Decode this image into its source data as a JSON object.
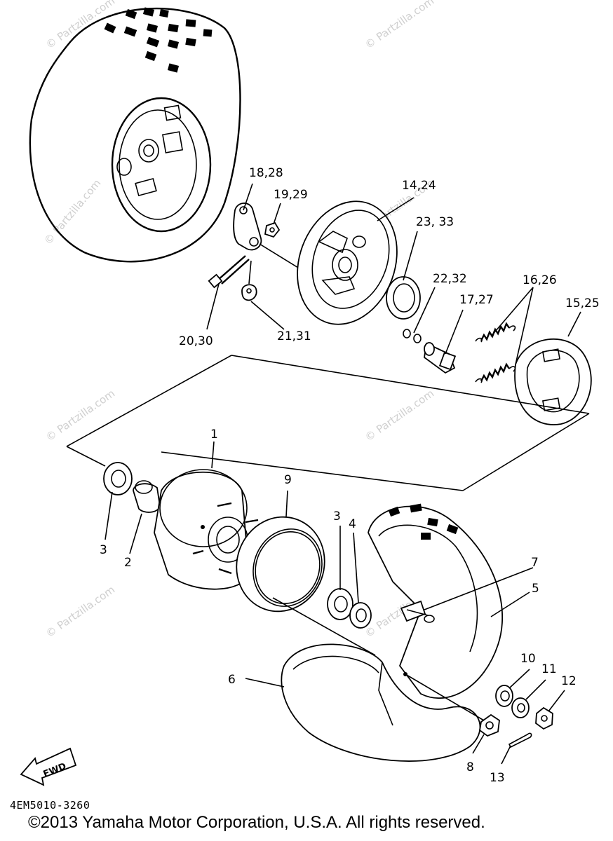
{
  "watermark": "© Partzilla.com",
  "callouts": [
    {
      "id": "c1",
      "text": "1"
    },
    {
      "id": "c2",
      "text": "2"
    },
    {
      "id": "c3a",
      "text": "3"
    },
    {
      "id": "c3b",
      "text": "3"
    },
    {
      "id": "c4",
      "text": "4"
    },
    {
      "id": "c5",
      "text": "5"
    },
    {
      "id": "c6",
      "text": "6"
    },
    {
      "id": "c7",
      "text": "7"
    },
    {
      "id": "c8",
      "text": "8"
    },
    {
      "id": "c9",
      "text": "9"
    },
    {
      "id": "c10",
      "text": "10"
    },
    {
      "id": "c11",
      "text": "11"
    },
    {
      "id": "c12",
      "text": "12"
    },
    {
      "id": "c13",
      "text": "13"
    },
    {
      "id": "c14",
      "text": "14,24"
    },
    {
      "id": "c15",
      "text": "15,25"
    },
    {
      "id": "c16",
      "text": "16,26"
    },
    {
      "id": "c17",
      "text": "17,27"
    },
    {
      "id": "c18",
      "text": "18,28"
    },
    {
      "id": "c19",
      "text": "19,29"
    },
    {
      "id": "c20",
      "text": "20,30"
    },
    {
      "id": "c21",
      "text": "21,31"
    },
    {
      "id": "c22",
      "text": "22,32"
    },
    {
      "id": "c23",
      "text": "23, 33"
    }
  ],
  "fwd_label": "FWD",
  "diagram_code": "4EM5010-3260",
  "copyright": "©2013  Yamaha Motor Corporation, U.S.A. All rights reserved."
}
